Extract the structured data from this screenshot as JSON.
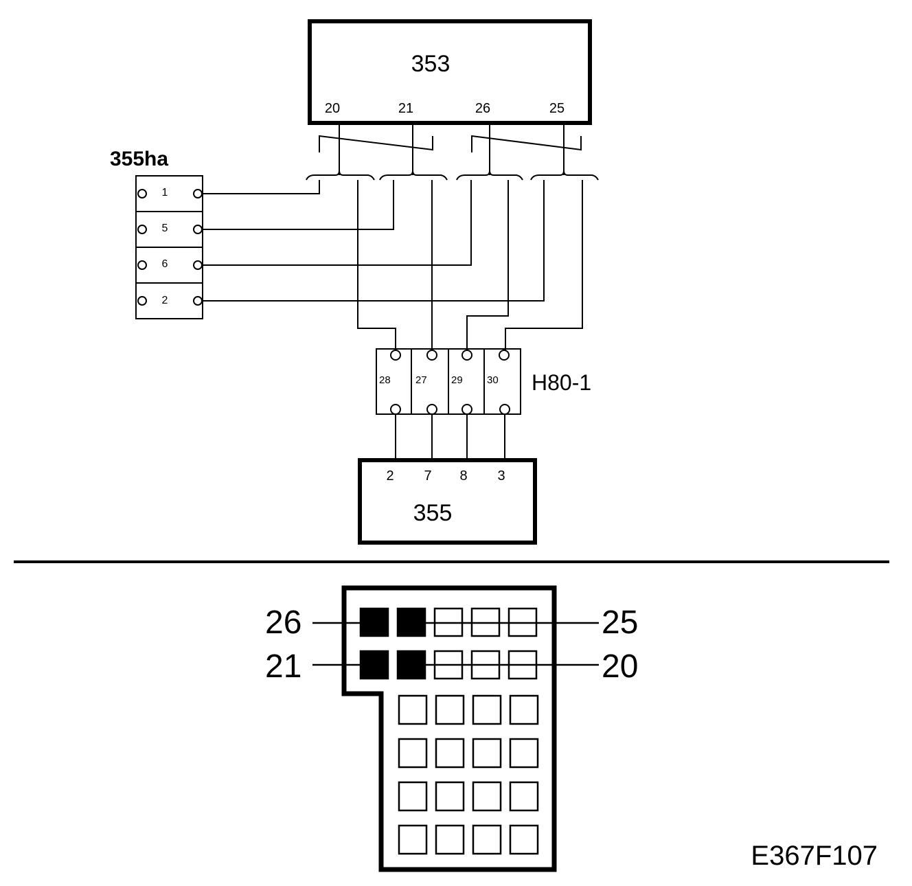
{
  "module_353": {
    "label": "353",
    "pins": [
      "20",
      "21",
      "26",
      "25"
    ]
  },
  "module_355": {
    "label": "355",
    "pins": [
      "2",
      "7",
      "8",
      "3"
    ]
  },
  "connector_355ha": {
    "label": "355ha",
    "pins": [
      "1",
      "5",
      "6",
      "2"
    ]
  },
  "connector_h80": {
    "label": "H80-1",
    "pins": [
      "28",
      "27",
      "29",
      "30"
    ]
  },
  "pinout": {
    "left_top": "26",
    "left_bottom": "21",
    "right_top": "25",
    "right_bottom": "20"
  },
  "figure_code": "E367F107"
}
